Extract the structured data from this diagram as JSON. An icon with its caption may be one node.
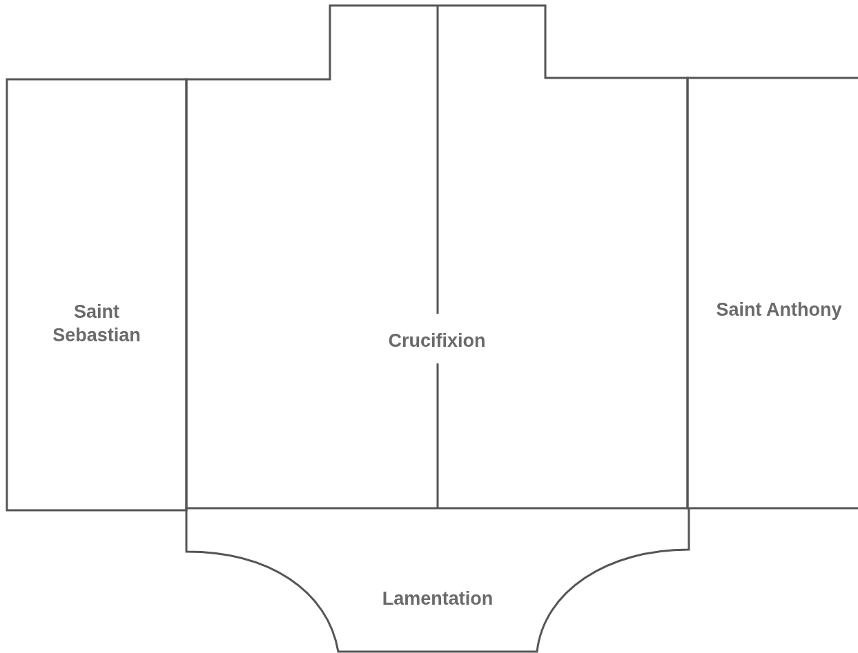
{
  "diagram": {
    "nodes": [
      {
        "text": [
          "Saint Sebastian"
        ]
      },
      {
        "text": [
          "Crucifixion"
        ]
      },
      {
        "text": [
          "Saint Anthony"
        ]
      },
      {
        "text": [
          "Lamentation"
        ]
      }
    ]
  }
}
